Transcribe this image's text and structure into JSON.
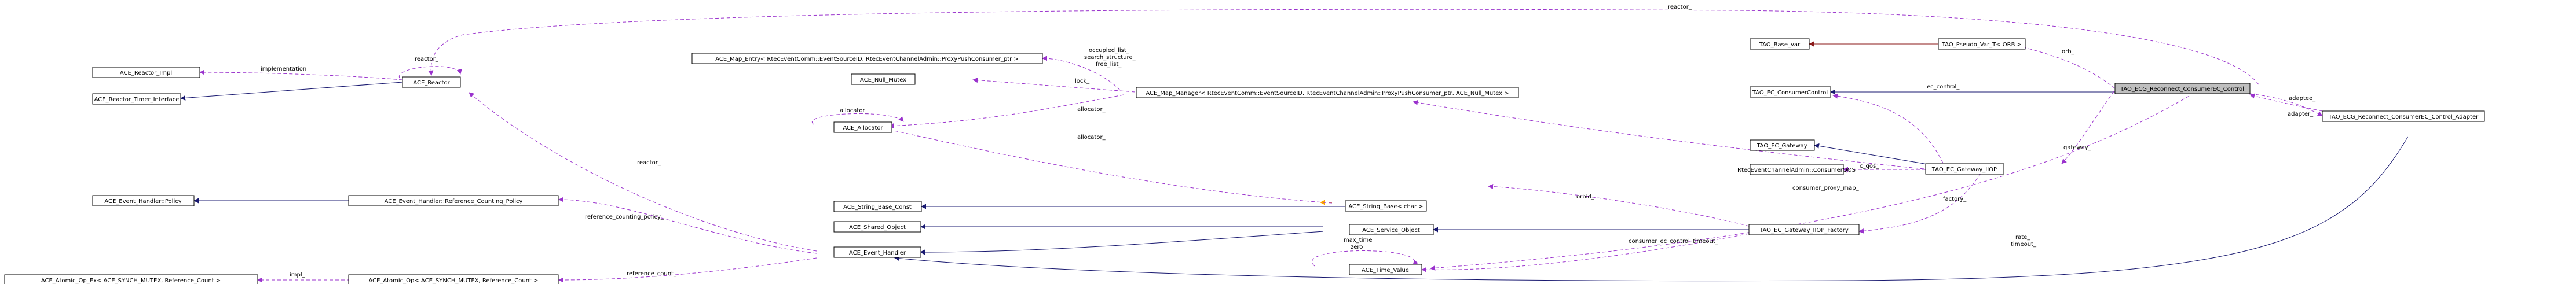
{
  "diagram": {
    "nodes": {
      "tao_base_var": "TAO_Base_var",
      "tao_pseudo_var": "TAO_Pseudo_Var_T< ORB >",
      "tao_ec_consumer_control": "TAO_EC_ConsumerControl",
      "tao_ecg_reconnect_control": "TAO_ECG_Reconnect_ConsumerEC_Control",
      "tao_ecg_reconnect_adapter": "TAO_ECG_Reconnect_ConsumerEC_Control_Adapter",
      "tao_ec_gateway": "TAO_EC_Gateway",
      "tao_ec_gateway_iiop": "TAO_EC_Gateway_IIOP",
      "rtec_consumer_qos": "RtecEventChannelAdmin::ConsumerQOS",
      "tao_ec_gateway_iiop_factory": "TAO_EC_Gateway_IIOP_Factory",
      "ace_map_entry": "ACE_Map_Entry< RtecEventComm::EventSourceID, RtecEventChannelAdmin::ProxyPushConsumer_ptr >",
      "ace_null_mutex": "ACE_Null_Mutex",
      "ace_map_manager": "ACE_Map_Manager< RtecEventComm::EventSourceID, RtecEventChannelAdmin::ProxyPushConsumer_ptr, ACE_Null_Mutex >",
      "ace_allocator": "ACE_Allocator",
      "ace_string_base_const": "ACE_String_Base_Const",
      "ace_string_base_char": "ACE_String_Base< char >",
      "ace_shared_object": "ACE_Shared_Object",
      "ace_service_object": "ACE_Service_Object",
      "ace_event_handler": "ACE_Event_Handler",
      "ace_time_value": "ACE_Time_Value",
      "ace_reactor_impl": "ACE_Reactor_Impl",
      "ace_reactor": "ACE_Reactor",
      "ace_reactor_timer_interface": "ACE_Reactor_Timer_Interface",
      "ace_event_handler_policy": "ACE_Event_Handler::Policy",
      "ace_eh_ref_counting_policy": "ACE_Event_Handler::Reference_Counting_Policy",
      "ace_atomic_op_ex": "ACE_Atomic_Op_Ex< ACE_SYNCH_MUTEX, Reference_Count >",
      "ace_atomic_op": "ACE_Atomic_Op< ACE_SYNCH_MUTEX, Reference_Count >"
    },
    "edge_labels": {
      "orb": "orb_",
      "reactor_top": "reactor_",
      "reactor_self": "reactor_",
      "implementation": "implementation",
      "occupied_list": "occupied_list_",
      "search_structure": "search_structure_",
      "free_list": "free_list_",
      "lock": "lock_",
      "allocator_map": "allocator_",
      "allocator_self": "allocator_",
      "allocator_string": "allocator_",
      "ec_control": "ec_control_",
      "gateway": "gateway_",
      "c_qos": "c_qos_",
      "consumer_proxy_map": "consumer_proxy_map_",
      "adaptee": "adaptee_",
      "adapter": "adapter_",
      "factory": "factory_",
      "orbid": "orbid_",
      "reactor_left": "reactor_",
      "reference_counting_policy": "reference_counting_policy_",
      "impl": "impl_",
      "reference_count": "reference_count_",
      "consumer_ec_control_timeout": "consumer_ec_control_timeout_",
      "rate": "rate_",
      "timeout": "timeout_",
      "max_time": "max_time",
      "zero": "zero"
    },
    "colors": {
      "inheritance": "#191970",
      "usage": "#9a32cd",
      "template": "#ffa500",
      "red_arrow": "#8b1a1a",
      "focus_fill": "#bfbfbf"
    }
  }
}
